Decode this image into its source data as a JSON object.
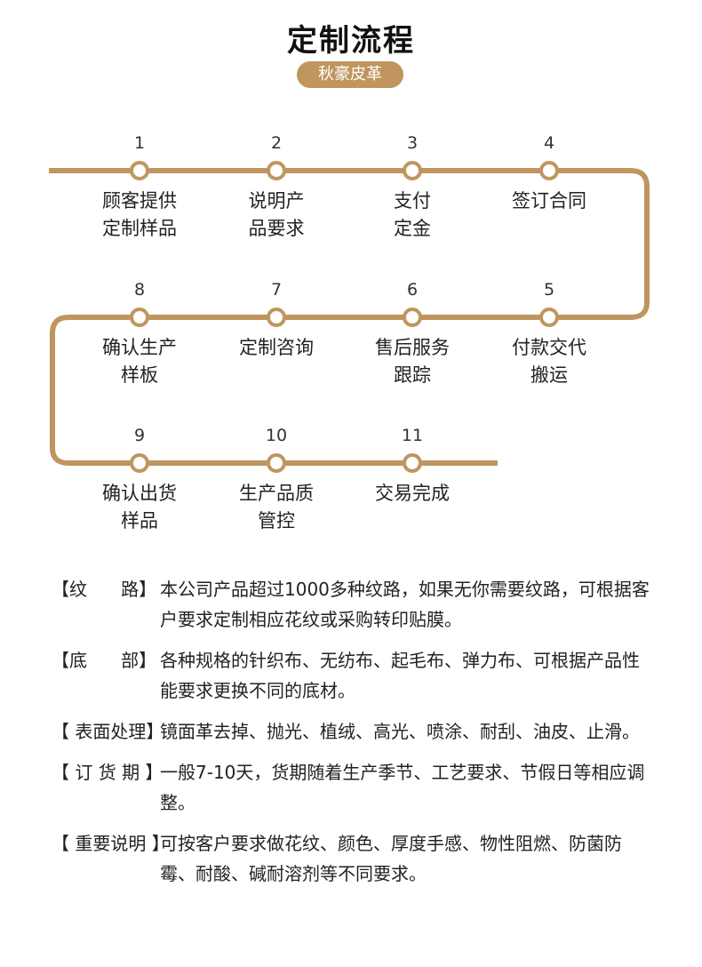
{
  "header": {
    "title": "定制流程",
    "subtitle": "秋豪皮革"
  },
  "colors": {
    "accent": "#c0955e",
    "text": "#222222",
    "background": "#ffffff"
  },
  "steps": [
    {
      "num": "1",
      "line1": "顾客提供",
      "line2": "定制样品"
    },
    {
      "num": "2",
      "line1": "说明产",
      "line2": "品要求"
    },
    {
      "num": "3",
      "line1": "支付",
      "line2": "定金"
    },
    {
      "num": "4",
      "line1": "签订合同",
      "line2": ""
    },
    {
      "num": "5",
      "line1": "付款交代",
      "line2": "搬运"
    },
    {
      "num": "6",
      "line1": "售后服务",
      "line2": "跟踪"
    },
    {
      "num": "7",
      "line1": "定制咨询",
      "line2": ""
    },
    {
      "num": "8",
      "line1": "确认生产",
      "line2": "样板"
    },
    {
      "num": "9",
      "line1": "确认出货",
      "line2": "样品"
    },
    {
      "num": "10",
      "line1": "生产品质",
      "line2": "管控"
    },
    {
      "num": "11",
      "line1": "交易完成",
      "line2": ""
    }
  ],
  "notes": [
    {
      "key": "【纹      路】",
      "text": "本公司产品超过1000多种纹路，如果无你需要纹路，可根据客户要求定制相应花纹或采购转印贴膜。"
    },
    {
      "key": "【底      部】",
      "text": "各种规格的针织布、无纺布、起毛布、弹力布、可根据产品性能要求更换不同的底材。"
    },
    {
      "key": "【 表面处理】",
      "text": "镜面革去掉、抛光、植绒、高光、喷涂、耐刮、油皮、止滑。"
    },
    {
      "key": "【 订 货 期 】",
      "text": "一般7-10天，货期随着生产季节、工艺要求、节假日等相应调整。"
    },
    {
      "key": "【 重要说明 】",
      "text": "可按客户要求做花纹、颜色、厚度手感、物性阻燃、防菌防霉、耐酸、碱耐溶剂等不同要求。"
    }
  ]
}
